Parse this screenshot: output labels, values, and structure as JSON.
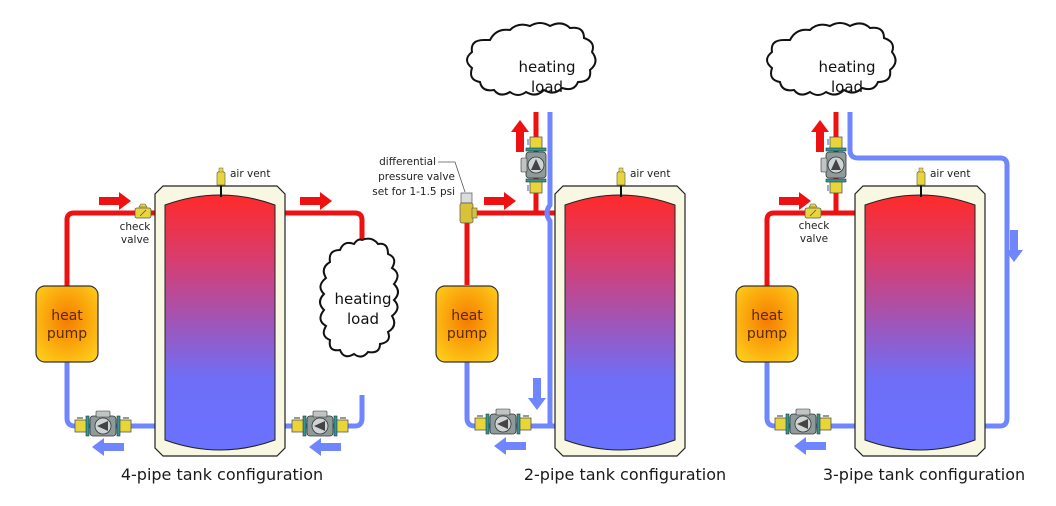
{
  "diagrams": [
    {
      "caption": "4-pipe tank configuration",
      "heat_pump": [
        "heat",
        "pump"
      ],
      "heating_load": [
        "heating",
        "load"
      ],
      "air_vent": "air vent",
      "check_valve": [
        "check",
        "valve"
      ]
    },
    {
      "caption": "2-pipe tank configuration",
      "heat_pump": [
        "heat",
        "pump"
      ],
      "heating_load": [
        "heating",
        "load"
      ],
      "air_vent": "air vent",
      "dp_valve": [
        "differential",
        "pressure valve",
        "set for 1-1.5 psi"
      ]
    },
    {
      "caption": "3-pipe tank configuration",
      "heat_pump": [
        "heat",
        "pump"
      ],
      "heating_load": [
        "heating",
        "load"
      ],
      "air_vent": "air vent",
      "check_valve": [
        "check",
        "valve"
      ]
    }
  ],
  "colors": {
    "hot": "#ee1111",
    "cold": "#6f86ff",
    "tank_jacket": "#f7f7e2",
    "heat_pump": "#f7a000"
  }
}
